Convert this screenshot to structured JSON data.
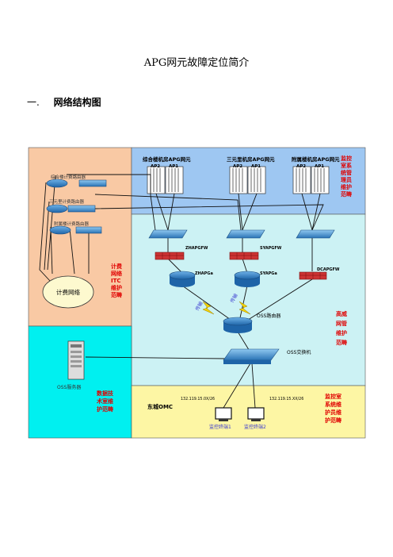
{
  "document": {
    "title": "APG网元故障定位简介",
    "section_number": "一.",
    "section_title": "网络结构图"
  },
  "diagram": {
    "zones": {
      "billing_maint": "计费网络ITC维护范畴",
      "monitor_sys_top": "监控室系统管理员维护范畴",
      "high_tier": "高威网管维护范畴",
      "data_tech": "数据技术室维护范畴",
      "monitor_room": "监控室系统维护员维护范畴"
    },
    "sites": {
      "site1": "综合楼机房APG网元",
      "site2": "三元里机房APG网元",
      "site3": "附属楼机房APG网元"
    },
    "ap_labels": [
      "AP2",
      "AP1",
      "AP2",
      "AP1",
      "AP2",
      "AP1"
    ],
    "routers": {
      "r1": "综合楼计费路由器",
      "r2": "三元里计费路由器",
      "r3": "附属楼计费路由器"
    },
    "billing_network": "计费网络",
    "firewalls": {
      "fw1": "ZHAPGFW",
      "fw2": "SYAPGFW",
      "fw3": "DCAPGFW"
    },
    "core_routers": {
      "cr1": "ZHAPGa",
      "cr2": "SYAPGa"
    },
    "transmission": [
      "传输",
      "传输"
    ],
    "oss_router": "OSS路由器",
    "oss_switch": "OSS交换机",
    "oss_server": "OSS服务器",
    "east_omc": "东城OMC",
    "ip1": "132.119.15.0X/26",
    "ip2": "132.119.15.XX/26",
    "terminals": [
      "监控终端1",
      "监控终端2"
    ],
    "colors": {
      "billing_zone": "#f9c9a4",
      "top_zone": "#9ec7f2",
      "mid_zone": "#ccf2f4",
      "oss_zone": "#00f0f0",
      "omc_zone": "#fdf6a4",
      "firewall": "#cc3333",
      "router": "#2c7fbf",
      "red_text": "#e00000"
    }
  }
}
